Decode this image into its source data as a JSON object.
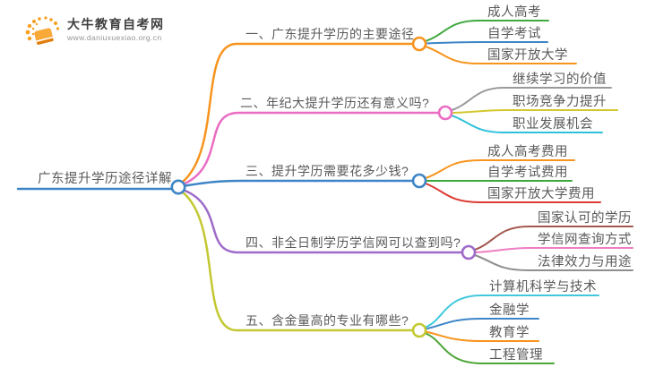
{
  "logo": {
    "title": "大牛教育自考网",
    "url": "www.daniuxuexiao.org.cn",
    "icon": "book-sunburst-icon",
    "brand_color": "#f7941e"
  },
  "mindmap": {
    "root": {
      "label": "广东提升学历途径详解",
      "color": "#3d85c6"
    },
    "branches": [
      {
        "label": "一、广东提升学历的主要途径",
        "color": "#f7941e",
        "children": [
          {
            "label": "成人高考",
            "color": "#3fa93f"
          },
          {
            "label": "自学考试",
            "color": "#3d85c6"
          },
          {
            "label": "国家开放大学",
            "color": "#f7941e"
          }
        ]
      },
      {
        "label": "二、年纪大提升学历还有意义吗?",
        "color": "#ea6dc3",
        "children": [
          {
            "label": "继续学习的价值",
            "color": "#9a9a9a"
          },
          {
            "label": "职场竞争力提升",
            "color": "#d4c72e"
          },
          {
            "label": "职业发展机会",
            "color": "#2fc1da"
          }
        ]
      },
      {
        "label": "三、提升学历需要花多少钱?",
        "color": "#3d85c6",
        "children": [
          {
            "label": "成人高考费用",
            "color": "#f7941e"
          },
          {
            "label": "自学考试费用",
            "color": "#3aa93a"
          },
          {
            "label": "国家开放大学费用",
            "color": "#dc3a32"
          }
        ]
      },
      {
        "label": "四、非全日制学历学信网可以查到吗?",
        "color": "#9e6bc9",
        "children": [
          {
            "label": "国家认可的学历",
            "color": "#a3584e"
          },
          {
            "label": "学信网查询方式",
            "color": "#ef7ec2"
          },
          {
            "label": "法律效力与用途",
            "color": "#8f8f8f"
          }
        ]
      },
      {
        "label": "五、含金量高的专业有哪些?",
        "color": "#c3c832",
        "children": [
          {
            "label": "计算机科学与技术",
            "color": "#41c8de"
          },
          {
            "label": "金融学",
            "color": "#3d85c6"
          },
          {
            "label": "教育学",
            "color": "#f7941e"
          },
          {
            "label": "工程管理",
            "color": "#4ca635"
          }
        ]
      }
    ]
  }
}
